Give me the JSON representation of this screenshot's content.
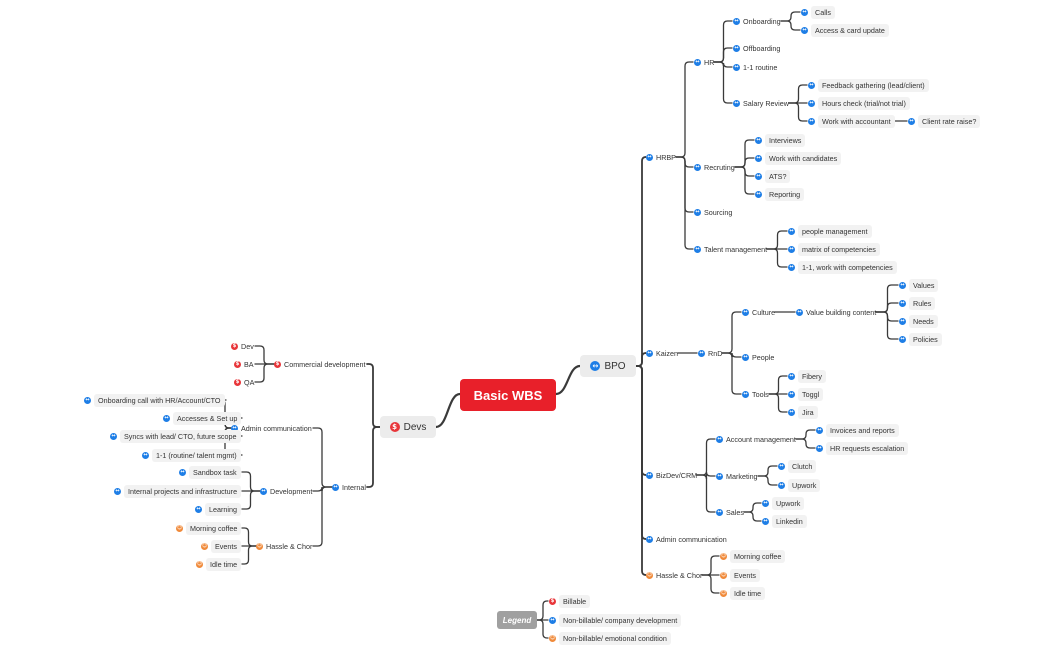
{
  "root": {
    "label": "Basic WBS"
  },
  "bpo": {
    "label": "BPO",
    "icon": "b",
    "hrbp": {
      "label": "HRBP",
      "hr": {
        "label": "HR",
        "onboarding": {
          "label": "Onboarding",
          "calls": "Calls",
          "access": "Access & card update"
        },
        "offboarding": "Offboarding",
        "routine": "1-1 routine",
        "salary": {
          "label": "Salary Review",
          "feedback": "Feedback gathering (lead/client)",
          "hours": "Hours check (trial/not trial)",
          "accountant": "Work with accountant",
          "raise": "Client rate raise?"
        }
      },
      "recruiting": {
        "label": "Recruting",
        "interviews": "Interviews",
        "candidates": "Work with candidates",
        "ats": "ATS?",
        "reporting": "Reporting"
      },
      "sourcing": "Sourcing",
      "talent": {
        "label": "Talent management",
        "people": "people management",
        "matrix": "matrix of competencies",
        "work": "1-1, work with competencies"
      }
    },
    "kaizen": {
      "label": "Kaizen",
      "rnd": {
        "label": "RnD",
        "culture": {
          "label": "Culture",
          "vbc": {
            "label": "Value building content",
            "values": "Values",
            "rules": "Rules",
            "needs": "Needs",
            "policies": "Policies"
          }
        },
        "people": "People",
        "tools": {
          "label": "Tools",
          "fibery": "Fibery",
          "toggl": "Toggl",
          "jira": "Jira"
        }
      }
    },
    "bizdev": {
      "label": "BizDev/CRM",
      "account": {
        "label": "Account management",
        "invoices": "Invoices and reports",
        "escalation": "HR requests escalation"
      },
      "marketing": {
        "label": "Marketing",
        "clutch": "Clutch",
        "upwork": "Upwork"
      },
      "sales": {
        "label": "Sales",
        "upwork": "Upwork",
        "linkedin": "Linkedin"
      }
    },
    "admin": "Admin communication",
    "hassle": {
      "label": "Hassle & Chor",
      "coffee": "Morning coffee",
      "events": "Events",
      "idle": "Idle time"
    }
  },
  "devs": {
    "label": "Devs",
    "icon": "r",
    "commercial": {
      "label": "Commercial development",
      "dev": "Dev",
      "ba": "BA",
      "qa": "QA"
    },
    "internal": {
      "label": "Internal",
      "admin": {
        "label": "Admin communication",
        "onboarding": "Onboarding call with HR/Account/CTO",
        "accesses": "Accesses & Set up",
        "syncs": "Syncs with lead/ CTO, future scope",
        "routine": "1-1 (routine/ talent mgmt)"
      },
      "development": {
        "label": "Development",
        "sandbox": "Sandbox task",
        "projects": "Internal projects and infrastructure",
        "learning": "Learning"
      },
      "hassle": {
        "label": "Hassle & Chor",
        "coffee": "Morning coffee",
        "events": "Events",
        "idle": "Idle time"
      }
    }
  },
  "legend": {
    "label": "Legend",
    "billable": "Billable",
    "company": "Non-billable/ company development",
    "emotional": "Non-billable/ emotional condition"
  },
  "icons": {
    "b": {
      "glyph": "↔",
      "color": "#1e7ee6",
      "name": "non-billable-company-icon"
    },
    "r": {
      "glyph": "$",
      "color": "#e8363a",
      "name": "billable-dollar-icon"
    },
    "o": {
      "glyph": "☺",
      "color": "#f08a3a",
      "name": "emotional-condition-icon"
    }
  }
}
